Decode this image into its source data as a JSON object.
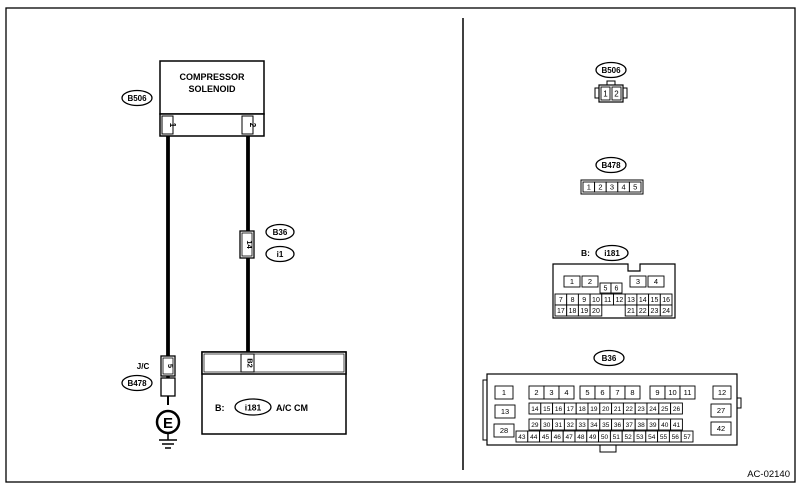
{
  "schematic": {
    "component_label": [
      "COMPRESSOR",
      "SOLENOID"
    ],
    "component_connector": "B506",
    "component_pins": [
      "1",
      "2"
    ],
    "inline_connector": [
      "B36",
      "i1"
    ],
    "inline_pin": "14",
    "jc_label": "J/C",
    "jc_connector": "B478",
    "jc_pin": "5",
    "ground_symbol": "E",
    "module_prefix": "B:",
    "module_connector": "i181",
    "module_label": "A/C CM",
    "module_pin": "B2"
  },
  "views": {
    "b506": {
      "label": "B506",
      "pins": [
        "1",
        "2"
      ]
    },
    "b478": {
      "label": "B478",
      "pins": [
        "1",
        "2",
        "3",
        "4",
        "5"
      ]
    },
    "i181": {
      "prefix": "B:",
      "label": "i181",
      "row0": [
        "1",
        "2",
        "3",
        "4"
      ],
      "row1": [
        "5",
        "6"
      ],
      "row2": [
        "7",
        "8",
        "9",
        "10",
        "11",
        "12",
        "13",
        "14",
        "15",
        "16"
      ],
      "row3": [
        "17",
        "18",
        "19",
        "20",
        "21",
        "22",
        "23",
        "24"
      ]
    },
    "b36": {
      "label": "B36",
      "row1": [
        "1",
        "2",
        "3",
        "4",
        "5",
        "6",
        "7",
        "8",
        "9",
        "10",
        "11",
        "12"
      ],
      "row2": [
        "13",
        "14",
        "15",
        "16",
        "17",
        "18",
        "19",
        "20",
        "21",
        "22",
        "23",
        "24",
        "25",
        "26",
        "27"
      ],
      "row3": [
        "28",
        "29",
        "30",
        "31",
        "32",
        "33",
        "34",
        "35",
        "36",
        "37",
        "38",
        "39",
        "40",
        "41",
        "42"
      ],
      "row4": [
        "43",
        "44",
        "45",
        "46",
        "47",
        "48",
        "49",
        "50",
        "51",
        "52",
        "53",
        "54",
        "55",
        "56",
        "57"
      ]
    }
  },
  "footer": {
    "code": "AC-02140"
  }
}
